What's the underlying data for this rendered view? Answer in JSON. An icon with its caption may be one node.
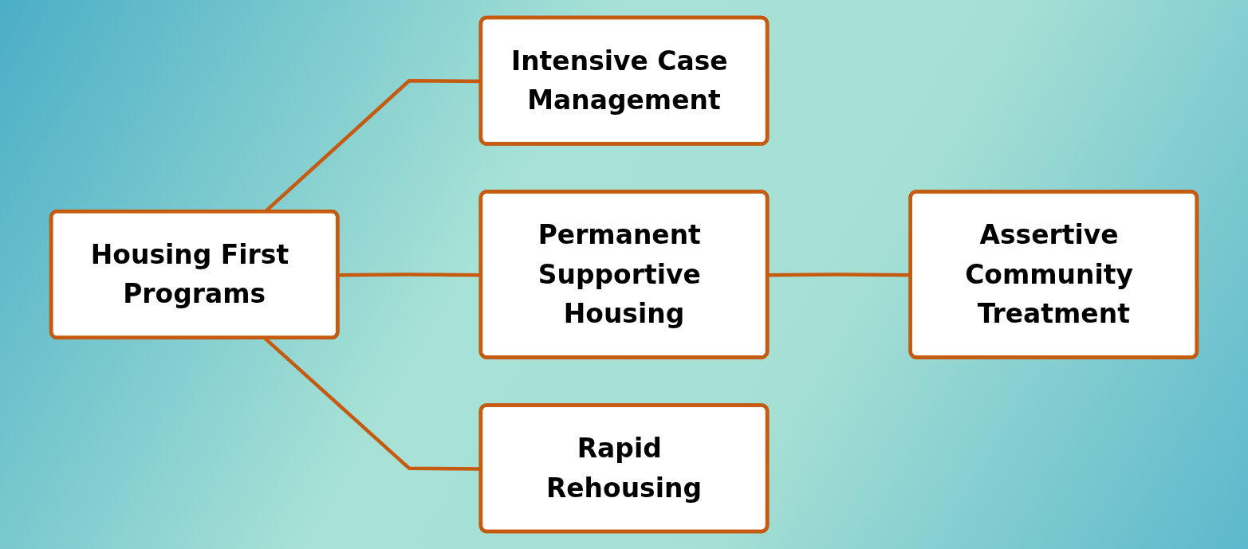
{
  "diagram": {
    "nodes": [
      {
        "text": [
          "Housing First Programs"
        ]
      },
      {
        "text": [
          "Intensive Case Management"
        ]
      },
      {
        "text": [
          "Permanent Supportive Housing"
        ]
      },
      {
        "text": [
          "Assertive Community Treatment"
        ]
      },
      {
        "text": [
          "Rapid Rehousing"
        ]
      }
    ],
    "edges": [
      {
        "from": 0,
        "to": 1,
        "arrow": "none"
      },
      {
        "from": 0,
        "to": 2,
        "arrow": "none"
      },
      {
        "from": 2,
        "to": 3,
        "arrow": "none"
      },
      {
        "from": 0,
        "to": 4,
        "arrow": "none"
      }
    ]
  }
}
